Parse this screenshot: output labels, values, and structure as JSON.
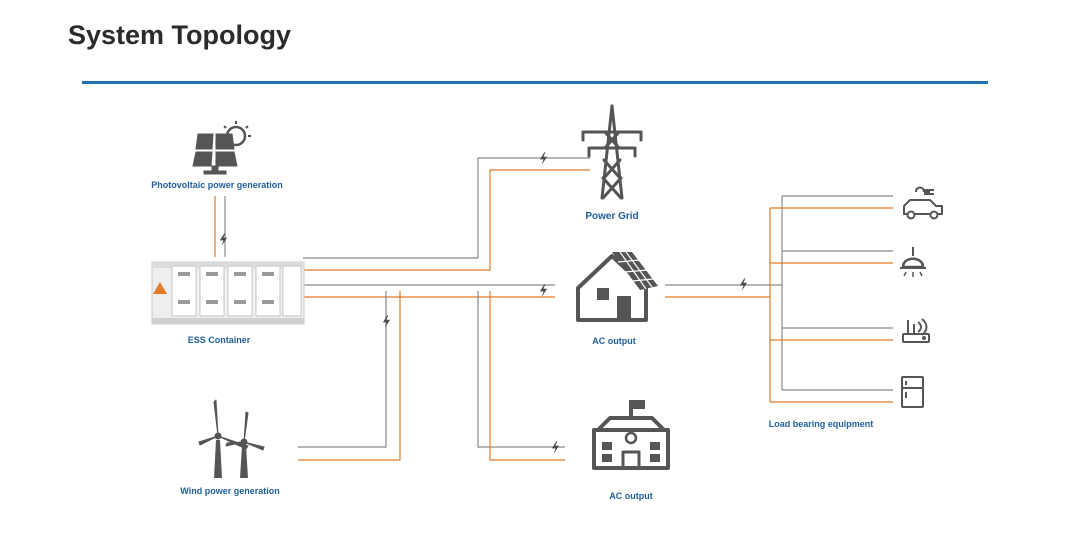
{
  "title": "System Topology",
  "colors": {
    "accent": "#1f6fb5",
    "label": "#1f5e9c",
    "icon": "#555555",
    "orange_line": "#e07b2a",
    "gray_line": "#8a8a8a"
  },
  "nodes": {
    "pv": {
      "label": "Photovoltaic power generation",
      "icon": "solar-panel-icon"
    },
    "ess": {
      "label": "ESS Container",
      "icon": "ess-container-icon"
    },
    "wind": {
      "label": "Wind power generation",
      "icon": "wind-turbine-icon"
    },
    "grid": {
      "label": "Power Grid",
      "icon": "transmission-tower-icon"
    },
    "house": {
      "label": "AC output",
      "icon": "house-solar-icon"
    },
    "building": {
      "label": "AC output",
      "icon": "building-icon"
    },
    "loads": {
      "label": "Load bearing equipment",
      "icon": [
        "ev-car-icon",
        "ceiling-lamp-icon",
        "router-icon",
        "refrigerator-icon"
      ]
    }
  }
}
